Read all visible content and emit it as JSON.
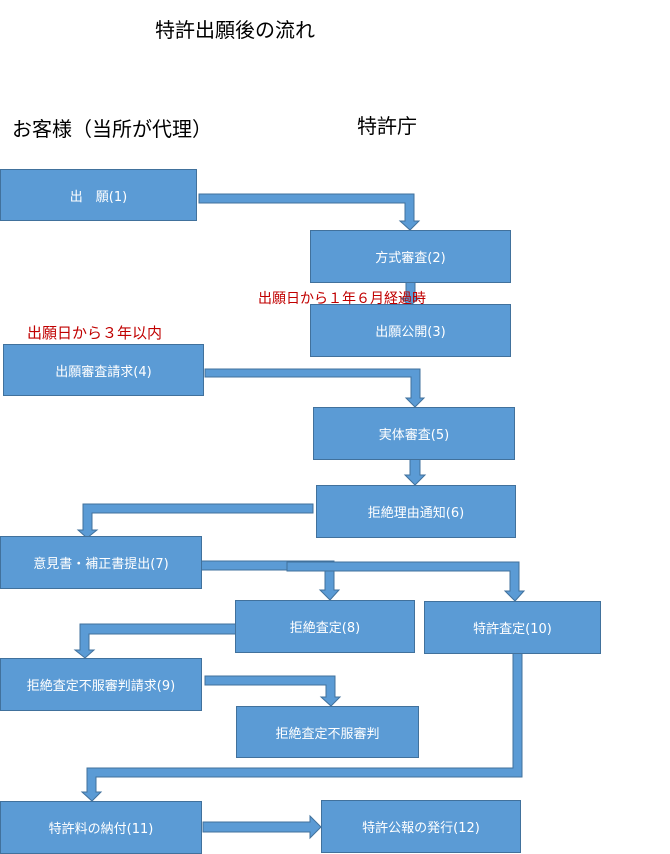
{
  "title": "特許出願後の流れ",
  "columns": {
    "client": "お客様（当所が代理）",
    "office": "特許庁"
  },
  "notes": {
    "publication_timing": "出願日から１年６月経過時",
    "request_deadline": "出願日から３年以内"
  },
  "steps": {
    "s1": "出　願(1)",
    "s2": "方式審査(2)",
    "s3": "出願公開(3)",
    "s4": "出願審査請求(4)",
    "s5": "実体審査(5)",
    "s6": "拒絶理由通知(6)",
    "s7": "意見書・補正書提出(7)",
    "s8": "拒絶査定(8)",
    "s9": "拒絶査定不服審判請求(9)",
    "s10": "特許査定(10)",
    "trial": "拒絶査定不服審判",
    "s11": "特許料の納付(11)",
    "s12": "特許公報の発行(12)"
  }
}
